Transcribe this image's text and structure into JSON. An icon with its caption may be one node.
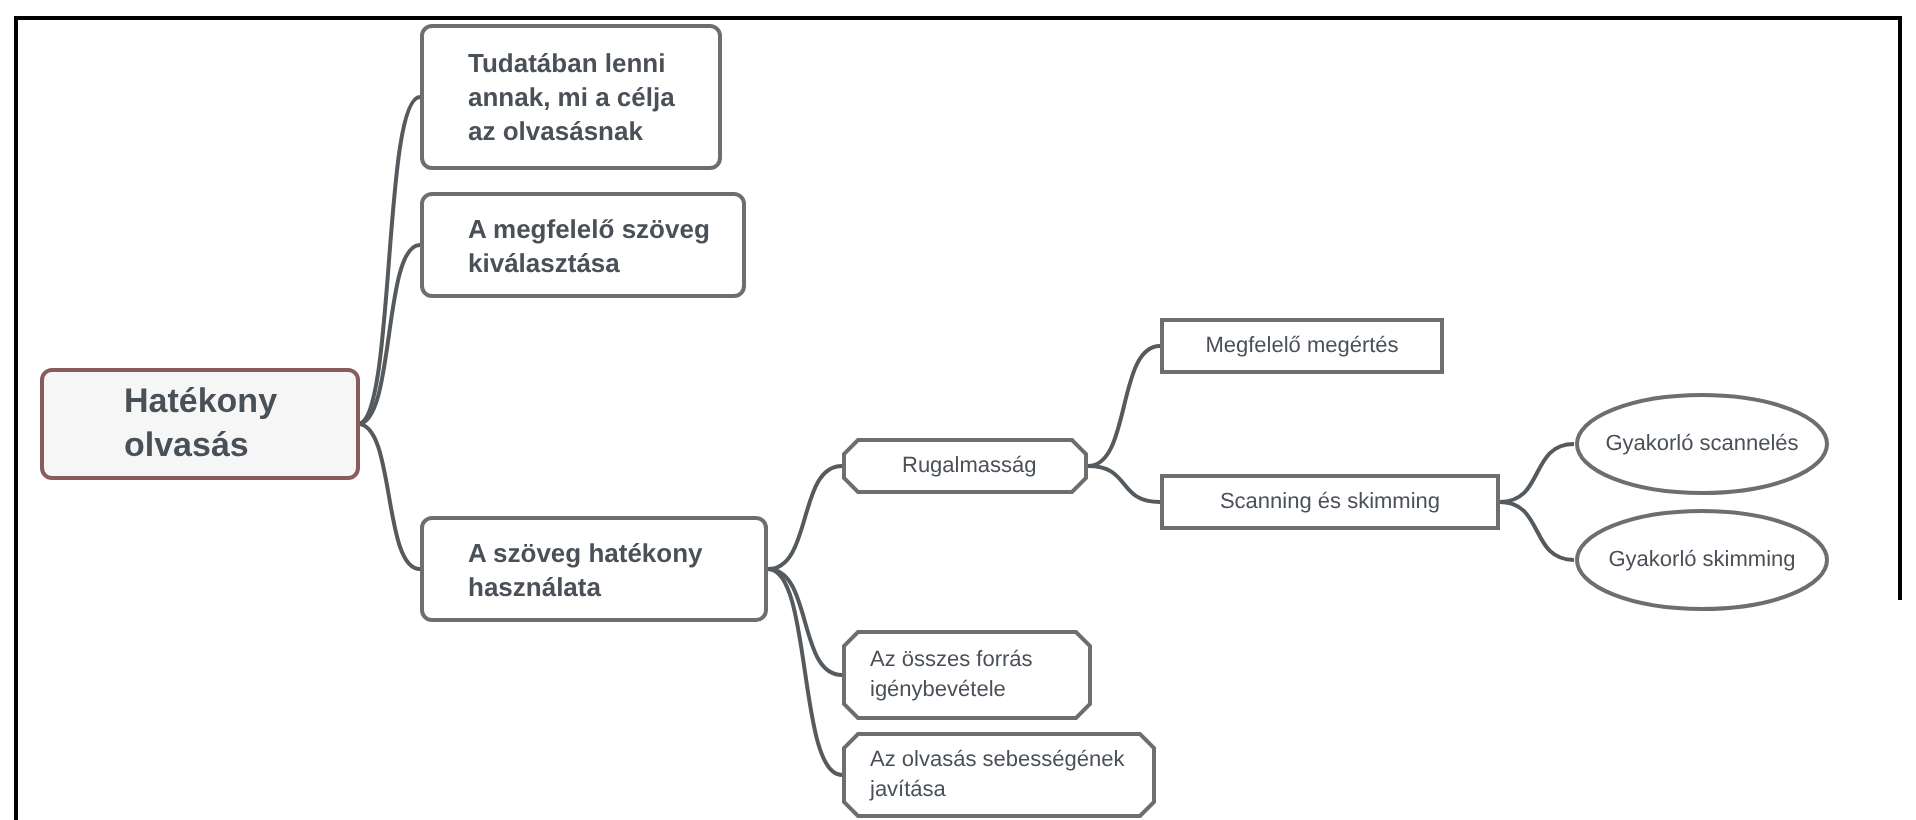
{
  "diagram": {
    "nodes": [
      {
        "text": [
          "Hatékony olvasás"
        ]
      },
      {
        "text": [
          "Tudatában lenni annak, mi a célja az olvasásnak"
        ]
      },
      {
        "text": [
          "A megfelelő szöveg kiválasztása"
        ]
      },
      {
        "text": [
          "A szöveg hatékony használata"
        ]
      },
      {
        "text": [
          "Rugalmasság"
        ]
      },
      {
        "text": [
          "Megfelelő megértés"
        ]
      },
      {
        "text": [
          "Scanning és skimming"
        ]
      },
      {
        "text": [
          "Gyakorló scannelés"
        ]
      },
      {
        "text": [
          "Gyakorló skimming"
        ]
      },
      {
        "text": [
          "Az összes forrás igénybevétele"
        ]
      },
      {
        "text": [
          "Az olvasás sebességének javítása"
        ]
      }
    ],
    "edges": [
      {
        "from": 0,
        "to": 1,
        "arrow": "none"
      },
      {
        "from": 0,
        "to": 2,
        "arrow": "none"
      },
      {
        "from": 0,
        "to": 3,
        "arrow": "none"
      },
      {
        "from": 3,
        "to": 4,
        "arrow": "none"
      },
      {
        "from": 4,
        "to": 5,
        "arrow": "none"
      },
      {
        "from": 4,
        "to": 6,
        "arrow": "none"
      },
      {
        "from": 6,
        "to": 7,
        "arrow": "none"
      },
      {
        "from": 6,
        "to": 8,
        "arrow": "none"
      },
      {
        "from": 3,
        "to": 9,
        "arrow": "none"
      },
      {
        "from": 3,
        "to": 10,
        "arrow": "none"
      }
    ]
  }
}
